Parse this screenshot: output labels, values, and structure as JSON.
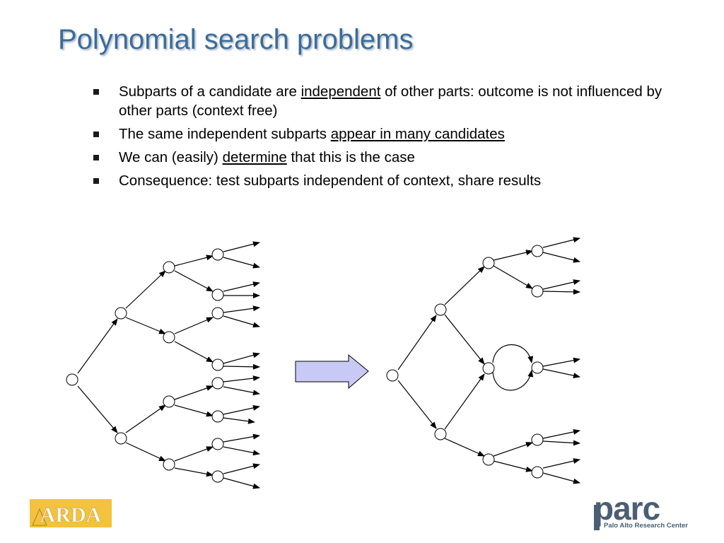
{
  "slide": {
    "title": "Polynomial search problems",
    "bullets": [
      {
        "pre": "Subparts of a candidate are ",
        "u": "independent",
        "post": " of other parts:  outcome is not influenced by other parts   (context free)"
      },
      {
        "pre": "The same independent subparts ",
        "u": "appear in many candidates",
        "post": ""
      },
      {
        "pre": "We can (easily) ",
        "u": "determine",
        "post": " that this is the case"
      },
      {
        "pre": "Consequence:  test subparts independent of context, share results",
        "u": "",
        "post": ""
      }
    ]
  },
  "logos": {
    "left": "ARDA",
    "right_word": "parc",
    "right_sub": "Palo Alto Research Center"
  },
  "colors": {
    "title": "#3c6b99",
    "arrow_fill": "#c9c9f5",
    "arda_bg": "#f3c23e",
    "parc": "#4a5e74"
  }
}
